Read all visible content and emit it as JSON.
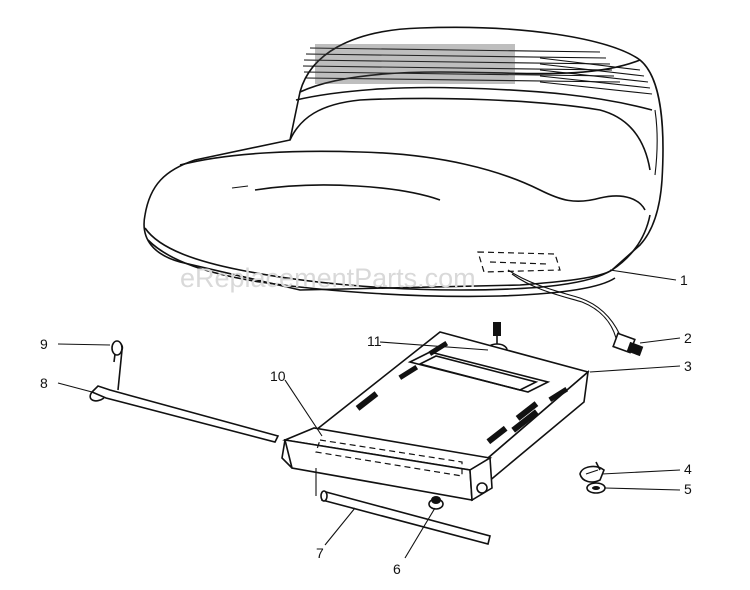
{
  "watermark": "eReplacementParts.com",
  "callouts": [
    {
      "id": "1",
      "label": "1"
    },
    {
      "id": "2",
      "label": "2"
    },
    {
      "id": "3",
      "label": "3"
    },
    {
      "id": "4",
      "label": "4"
    },
    {
      "id": "5",
      "label": "5"
    },
    {
      "id": "6",
      "label": "6"
    },
    {
      "id": "7",
      "label": "7"
    },
    {
      "id": "8",
      "label": "8"
    },
    {
      "id": "9",
      "label": "9"
    },
    {
      "id": "10",
      "label": "10"
    },
    {
      "id": "11",
      "label": "11"
    }
  ],
  "colors": {
    "line": "#111111",
    "background": "#ffffff",
    "watermark": "#d9d9d9"
  }
}
